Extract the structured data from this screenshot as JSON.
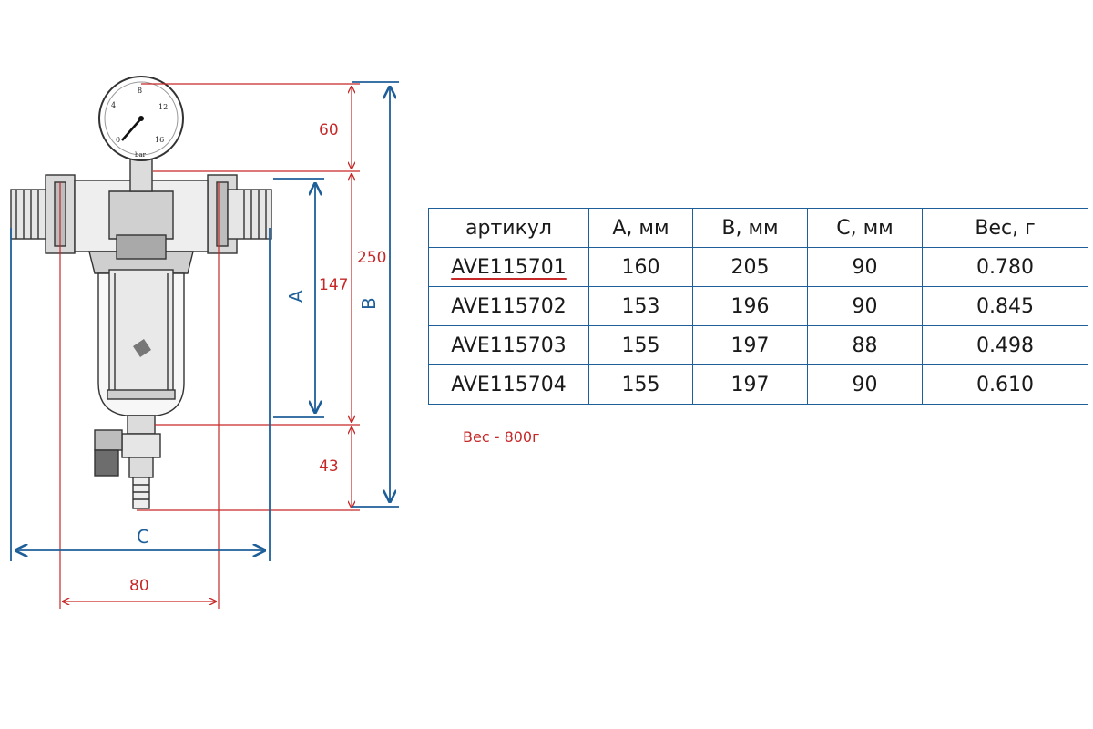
{
  "colors": {
    "accent_blue": "#1f5f99",
    "dimension_red": "#c62828"
  },
  "gauge": {
    "scale": [
      "0",
      "4",
      "8",
      "12",
      "16"
    ],
    "unit": "bar"
  },
  "dimensions": {
    "top_red": "60",
    "mid_red": "147",
    "bottom_red": "43",
    "total_red": "250",
    "width_red": "80",
    "label_a": "A",
    "label_b": "B",
    "label_c": "C"
  },
  "table": {
    "headers": [
      "артикул",
      "A, мм",
      "B, мм",
      "C, мм",
      "Вес, г"
    ],
    "rows": [
      [
        "AVE115701",
        "160",
        "205",
        "90",
        "0.780"
      ],
      [
        "AVE115702",
        "153",
        "196",
        "90",
        "0.845"
      ],
      [
        "AVE115703",
        "155",
        "197",
        "88",
        "0.498"
      ],
      [
        "AVE115704",
        "155",
        "197",
        "90",
        "0.610"
      ]
    ]
  },
  "note": "Вес - 800г"
}
